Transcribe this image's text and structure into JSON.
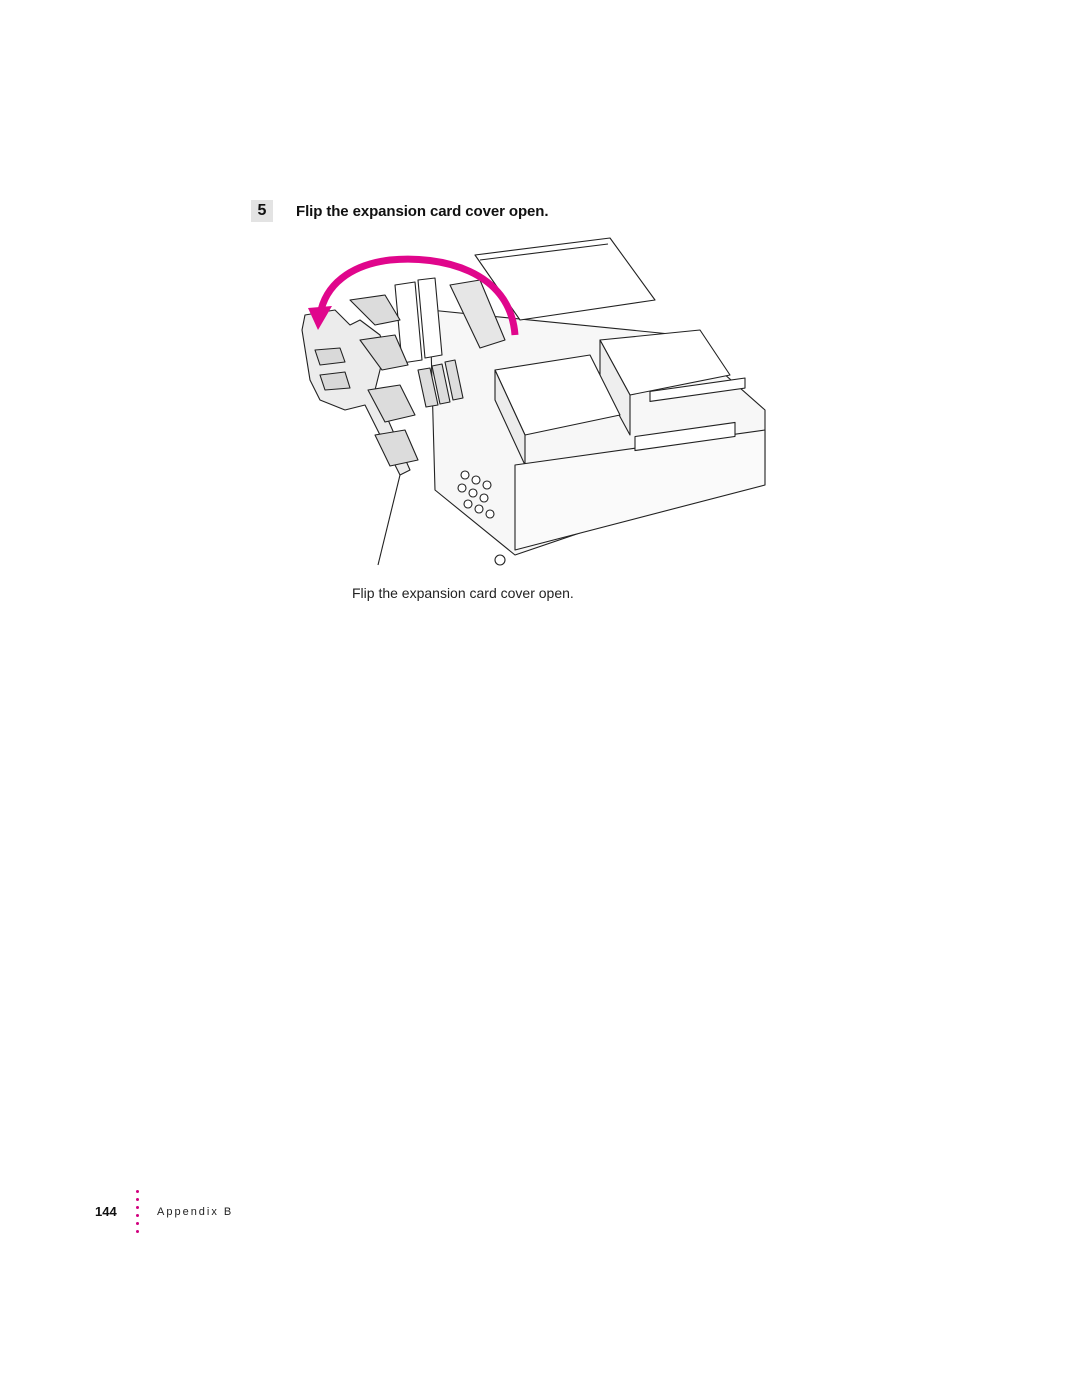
{
  "step": {
    "number": "5",
    "text": "Flip the expansion card cover open."
  },
  "figure": {
    "caption": "Flip the expansion card cover open."
  },
  "footer": {
    "page_number": "144",
    "section": "Appendix B"
  },
  "colors": {
    "accent": "#e0068c",
    "step_box": "#e3e3e3"
  }
}
